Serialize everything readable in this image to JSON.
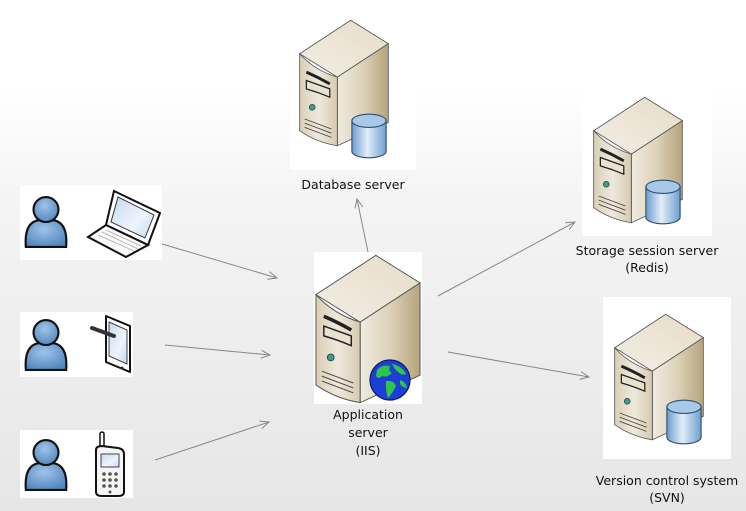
{
  "diagram": {
    "title": "Application architecture",
    "nodes": {
      "database": {
        "label": "Database server",
        "icon": "server-database-icon"
      },
      "app": {
        "label_line1": "Application",
        "label_line2": "server",
        "label_line3": "(IIS)",
        "icon": "server-globe-icon"
      },
      "storage": {
        "label_line1": "Storage session server",
        "label_line2": "(Redis)",
        "icon": "server-database-icon"
      },
      "vcs": {
        "label_line1": "Version control system",
        "label_line2": "(SVN)",
        "icon": "server-database-icon"
      }
    },
    "clients": [
      {
        "person_icon": "user-icon",
        "device_icon": "laptop-icon",
        "device": "Laptop"
      },
      {
        "person_icon": "user-icon",
        "device_icon": "tablet-icon",
        "device": "Tablet"
      },
      {
        "person_icon": "user-icon",
        "device_icon": "mobile-phone-icon",
        "device": "Mobile phone"
      }
    ],
    "edges": [
      {
        "from": "laptop-client",
        "to": "app"
      },
      {
        "from": "tablet-client",
        "to": "app"
      },
      {
        "from": "phone-client",
        "to": "app"
      },
      {
        "from": "app",
        "to": "database"
      },
      {
        "from": "app",
        "to": "storage"
      },
      {
        "from": "app",
        "to": "vcs"
      }
    ],
    "colors": {
      "server_light": "#efe8d8",
      "server_dark": "#b8a77f",
      "cylinder": "#8ab4de",
      "person": "#5f94cb",
      "arrow": "#888888"
    }
  }
}
